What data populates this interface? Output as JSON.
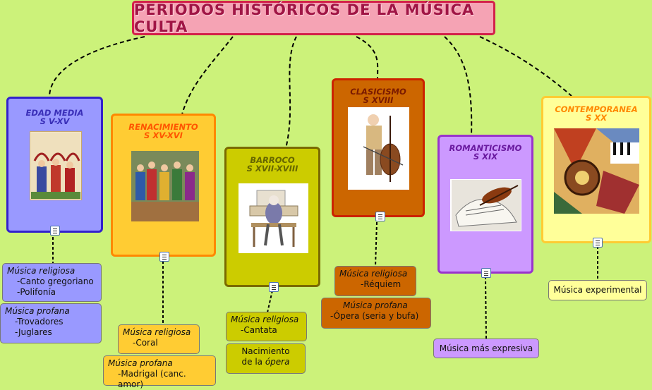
{
  "title": "Periodos históricos de la música culta",
  "periods": [
    {
      "name": "Edad Media",
      "century": "S V-XV"
    },
    {
      "name": "Renacimiento",
      "century": "S XV-XVI"
    },
    {
      "name": "Barroco",
      "century": "S XVII-XVIII"
    },
    {
      "name": "Clasicismo",
      "century": "S XVIII"
    },
    {
      "name": "Romanticismo",
      "century": "S XIX"
    },
    {
      "name": "Contemporanea",
      "century": "S XX"
    }
  ],
  "leaves": {
    "edad_media_religiosa": {
      "title": "Música religiosa",
      "items": [
        "-Canto gregoriano",
        "-Polifonía"
      ]
    },
    "edad_media_profana": {
      "title": "Música profana",
      "items": [
        "-Trovadores",
        "-Juglares"
      ]
    },
    "renacimiento_religiosa": {
      "title": "Música religiosa",
      "items": [
        "-Coral"
      ]
    },
    "renacimiento_profana": {
      "title": "Música profana",
      "items": [
        "-Madrigal (canc. amor)"
      ]
    },
    "barroco_religiosa": {
      "title": "Música religiosa",
      "items": [
        "-Cantata"
      ]
    },
    "barroco_opera": {
      "line1": "Nacimiento",
      "line2_prefix": "de la ",
      "line2_italic": "ópera"
    },
    "clasicismo_religiosa": {
      "title": "Música religiosa",
      "items": [
        "-Réquiem"
      ]
    },
    "clasicismo_profana": {
      "title": "Música profana",
      "items": [
        "-Ópera (seria y bufa)"
      ]
    },
    "romanticismo": {
      "text": "Música más expresiva"
    },
    "contemporanea": {
      "text": "Música experimental"
    }
  },
  "colors": {
    "background": "#ccf27a",
    "edad_media": "#9999ff",
    "renacimiento": "#ffcc33",
    "barroco": "#cccc00",
    "clasicismo": "#cc6600",
    "romanticismo": "#cc99ff",
    "contemporanea": "#ffff99"
  },
  "icons": [
    "note-icon"
  ]
}
